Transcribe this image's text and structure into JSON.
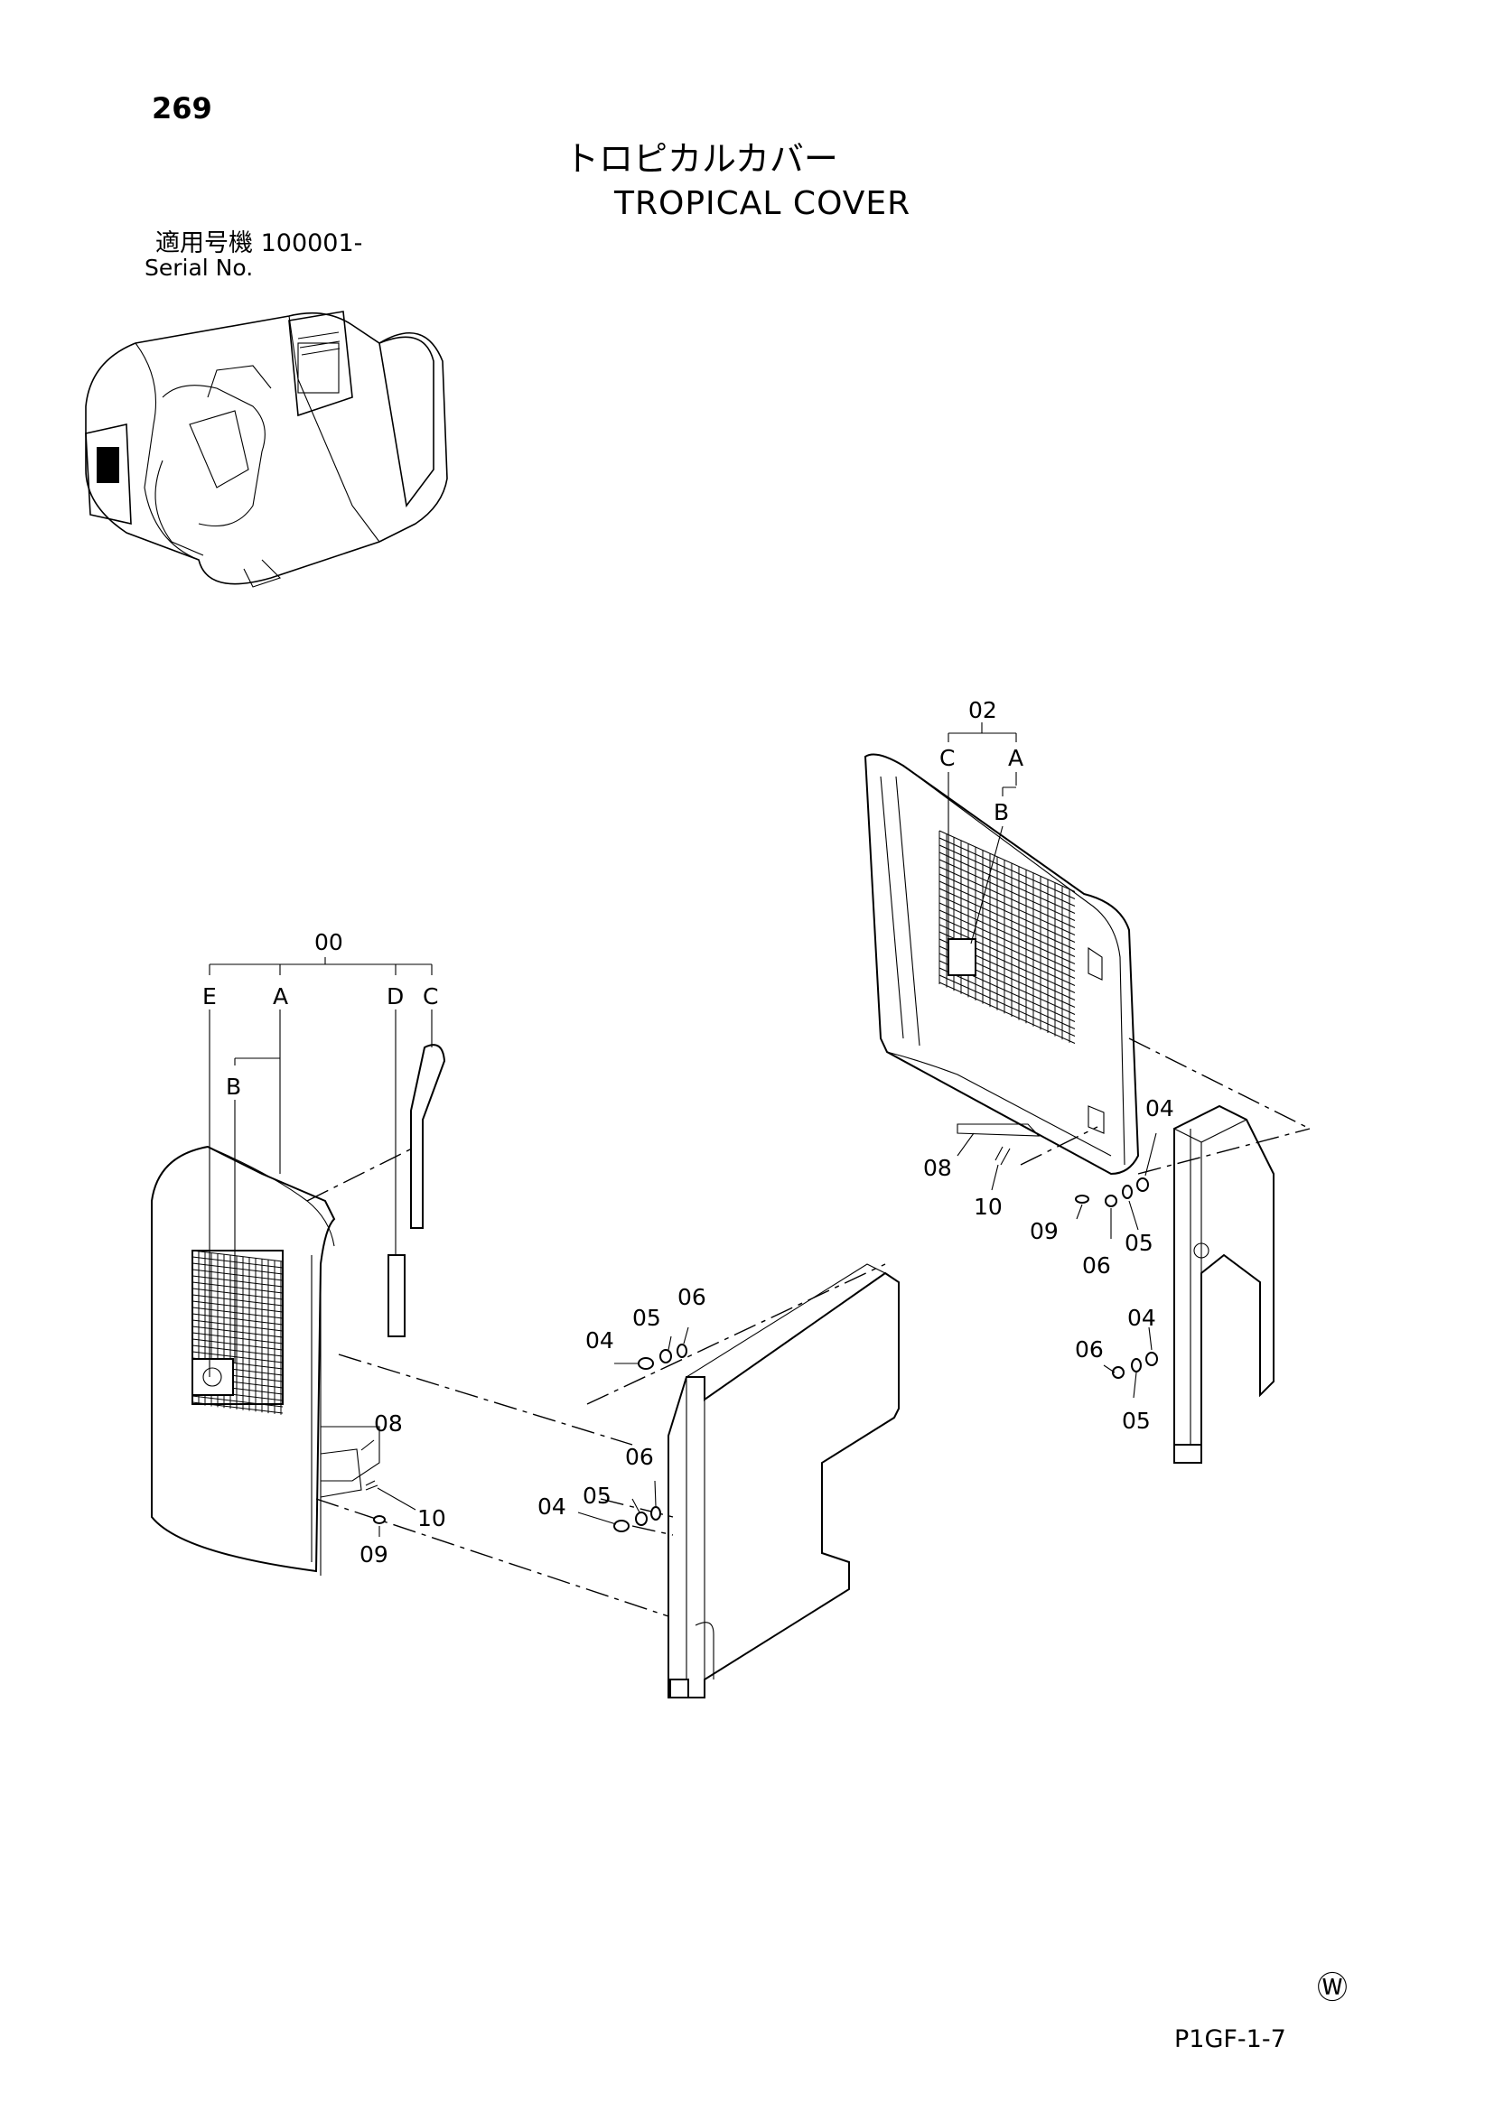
{
  "header": {
    "page_number": "269",
    "title_jp": "トロピカルカバー",
    "title_en": "TROPICAL COVER",
    "serial_label_jp": "適用号機  100001-",
    "serial_label_en": "Serial No."
  },
  "footer": {
    "mark": "Ⓦ",
    "reference": "P1GF-1-7"
  },
  "callouts": {
    "left_cover": {
      "group": "00",
      "sub": [
        "E",
        "A",
        "D",
        "C",
        "B"
      ]
    },
    "right_cover": {
      "group": "02",
      "sub": [
        "C",
        "A",
        "B"
      ]
    },
    "parts_left": [
      "04",
      "05",
      "06",
      "04",
      "05",
      "06",
      "08",
      "10",
      "09"
    ],
    "parts_right": [
      "04",
      "08",
      "10",
      "09",
      "06",
      "05",
      "04",
      "06",
      "05"
    ]
  }
}
